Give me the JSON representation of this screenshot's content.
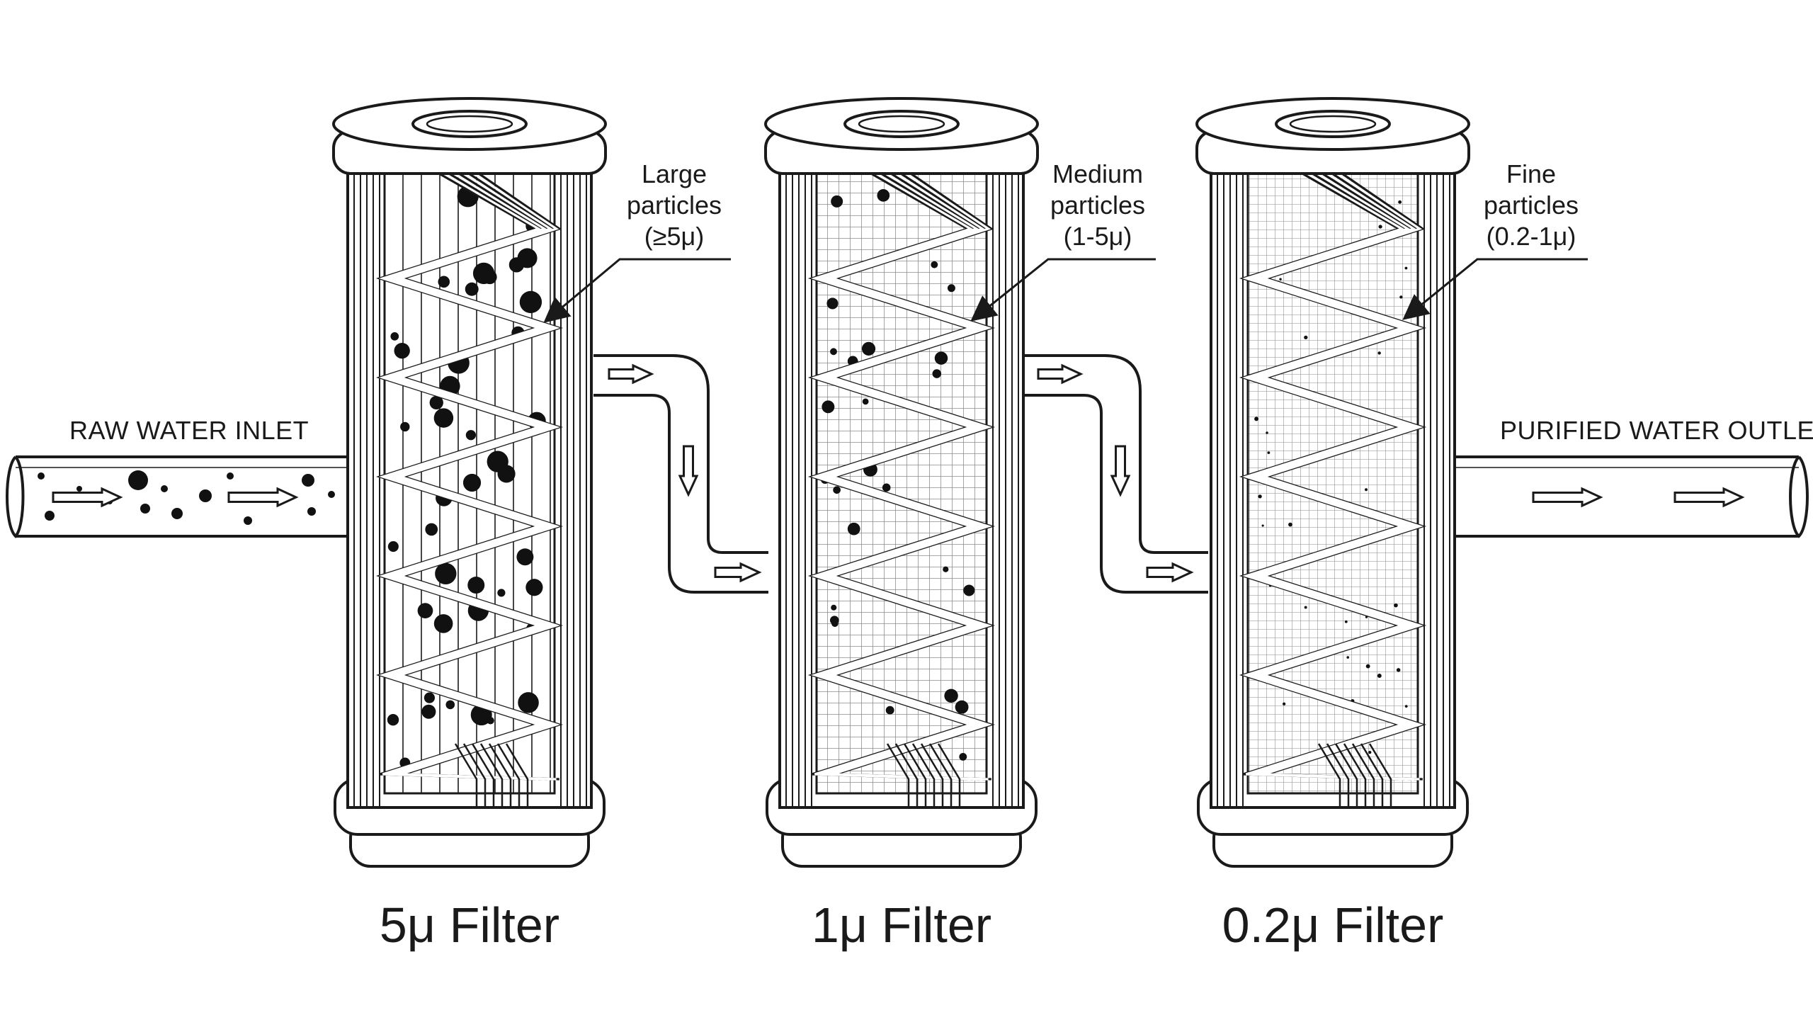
{
  "pipes": {
    "inlet_label": "RAW WATER INLET",
    "outlet_label": "PURIFIED WATER OUTLET"
  },
  "filters": [
    {
      "name": "5μ Filter",
      "callout": [
        "Large",
        "particles",
        "(≥5μ)"
      ],
      "particle_size": "large",
      "mesh": "none"
    },
    {
      "name": "1μ Filter",
      "callout": [
        "Medium",
        "particles",
        "(1-5μ)"
      ],
      "particle_size": "medium",
      "mesh": "coarse"
    },
    {
      "name": "0.2μ Filter",
      "callout": [
        "Fine",
        "particles",
        "(0.2-1μ)"
      ],
      "particle_size": "fine",
      "mesh": "fine"
    }
  ],
  "colors": {
    "stroke": "#1a1a1a",
    "background": "#ffffff",
    "particle": "#111111"
  }
}
